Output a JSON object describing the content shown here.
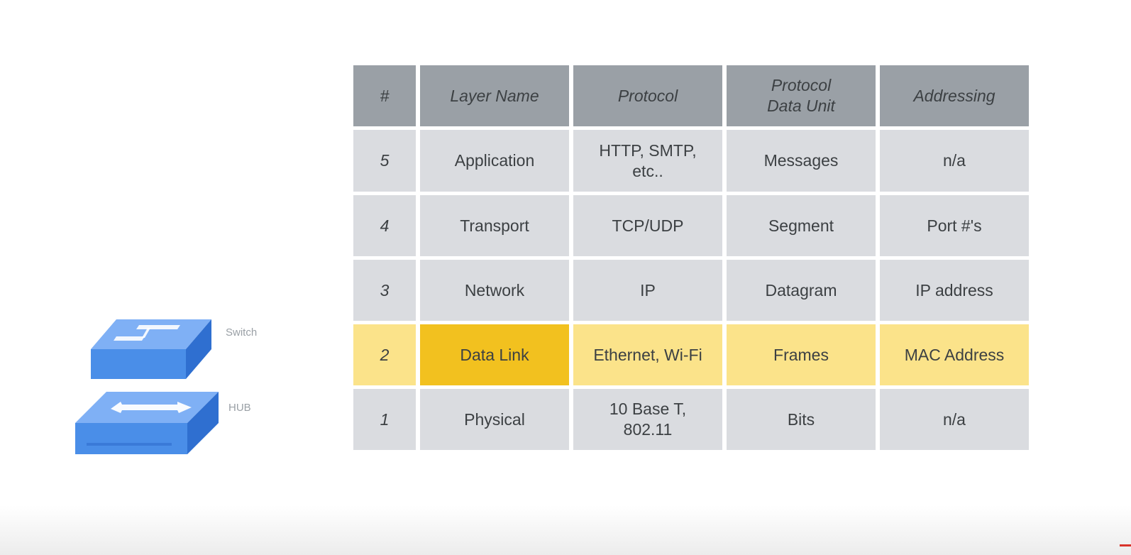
{
  "table": {
    "headers": [
      "#",
      "Layer Name",
      "Protocol",
      "Protocol\nData Unit",
      "Addressing"
    ],
    "rows": [
      {
        "num": "5",
        "layer": "Application",
        "protocol": "HTTP, SMTP,\netc..",
        "pdu": "Messages",
        "addressing": "n/a"
      },
      {
        "num": "4",
        "layer": "Transport",
        "protocol": "TCP/UDP",
        "pdu": "Segment",
        "addressing": "Port #'s"
      },
      {
        "num": "3",
        "layer": "Network",
        "protocol": "IP",
        "pdu": "Datagram",
        "addressing": "IP address"
      },
      {
        "num": "2",
        "layer": "Data Link",
        "protocol": "Ethernet, Wi-Fi",
        "pdu": "Frames",
        "addressing": "MAC Address"
      },
      {
        "num": "1",
        "layer": "Physical",
        "protocol": "10 Base T,\n802.11",
        "pdu": "Bits",
        "addressing": "n/a"
      }
    ],
    "highlighted_row": "2"
  },
  "devices": {
    "switch_label": "Switch",
    "hub_label": "HUB",
    "switch_icon": "network-switch-icon",
    "hub_icon": "network-hub-icon"
  },
  "colors": {
    "header_bg": "#9aa0a6",
    "cell_bg": "#dadce0",
    "highlight_row": "#fbe38a",
    "highlight_cell": "#f2c11f",
    "device_blue": "#4a8ee8"
  }
}
